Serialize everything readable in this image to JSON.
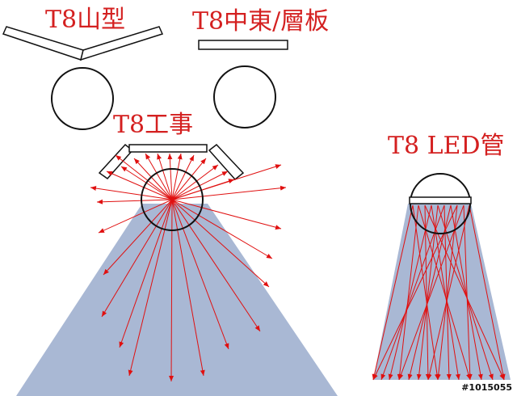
{
  "labels": {
    "mountain": "T8山型",
    "center": "T8中東/層板",
    "industrial": "T8工事",
    "led": "T8 LED管"
  },
  "watermark": "#1015055",
  "colors": {
    "label": "#d42020",
    "ray": "#e01010",
    "beam": "#a9b8d4",
    "outline": "#111111"
  }
}
